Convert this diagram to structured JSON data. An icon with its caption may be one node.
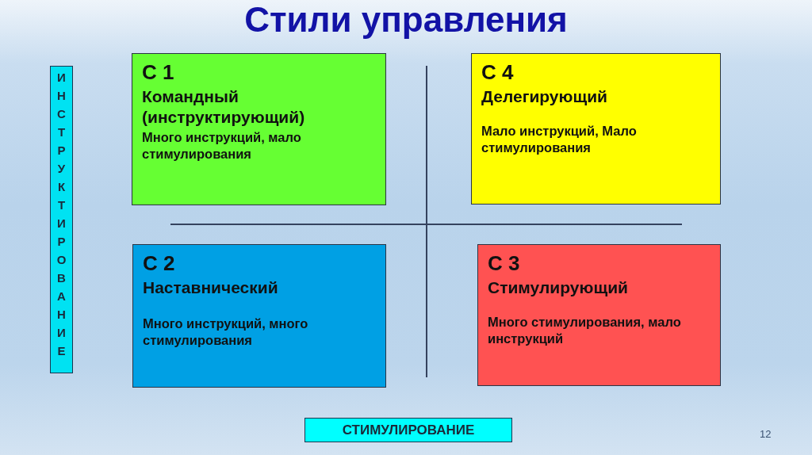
{
  "diagram": {
    "title": "Стили управления",
    "nodes": [
      {
        "text": [
          "ИНСТРУКТИРОВАНИЕ"
        ]
      },
      {
        "text": [
          "С 1",
          "Командный (инструктирующий)",
          "Много инструкций, мало стимулирования"
        ]
      },
      {
        "text": [
          "С 4",
          "Делегирующий",
          "Мало инструкций, Мало стимулирования"
        ]
      },
      {
        "text": [
          "С 2",
          "Наставнический",
          "Много инструкций, много стимулирования"
        ]
      },
      {
        "text": [
          "С 3",
          "Стимулирующий",
          "Много стимулирования, мало инструкций"
        ]
      },
      {
        "text": [
          "СТИМУЛИРОВАНИЕ"
        ]
      }
    ],
    "labels": [
      "12"
    ]
  }
}
